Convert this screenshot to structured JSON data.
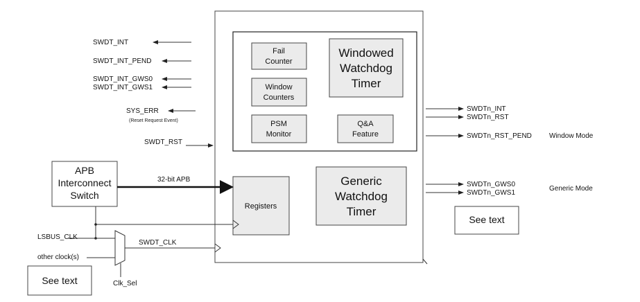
{
  "left_signals": {
    "swdt_int": "SWDT_INT",
    "swdt_int_pend": "SWDT_INT_PEND",
    "swdt_int_gws0": "SWDT_INT_GWS0",
    "swdt_int_gws1": "SWDT_INT_GWS1",
    "sys_err": "SYS_ERR",
    "sys_err_note": "(Reset Request Event)",
    "swdt_rst": "SWDT_RST"
  },
  "apb_switch": {
    "line1": "APB",
    "line2": "Interconnect",
    "line3": "Switch"
  },
  "apb_bus_label": "32-bit APB",
  "clocks": {
    "lsbus_clk": "LSBUS_CLK",
    "other_clocks": "other clock(s)",
    "swdt_clk": "SWDT_CLK",
    "clk_sel": "Clk_Sel"
  },
  "windowed_block": {
    "fail_counter": [
      "Fail",
      "Counter"
    ],
    "window_counters": [
      "Window",
      "Counters"
    ],
    "psm_monitor": [
      "PSM",
      "Monitor"
    ],
    "qa_feature": [
      "Q&A",
      "Feature"
    ],
    "title": [
      "Windowed",
      "Watchdog",
      "Timer"
    ]
  },
  "registers_label": "Registers",
  "generic_block": {
    "title": [
      "Generic",
      "Watchdog",
      "Timer"
    ]
  },
  "right_signals": {
    "swdtn_int": "SWDTn_INT",
    "swdtn_rst": "SWDTn_RST",
    "swdtn_rst_pend": "SWDTn_RST_PEND",
    "window_mode": "Window Mode",
    "swdtn_gws0": "SWDTn_GWS0",
    "swdtn_gws1": "SWDTn_GWS1",
    "generic_mode": "Generic Mode"
  },
  "notes": {
    "see_text_right": "See text",
    "see_text_left": "See text"
  }
}
